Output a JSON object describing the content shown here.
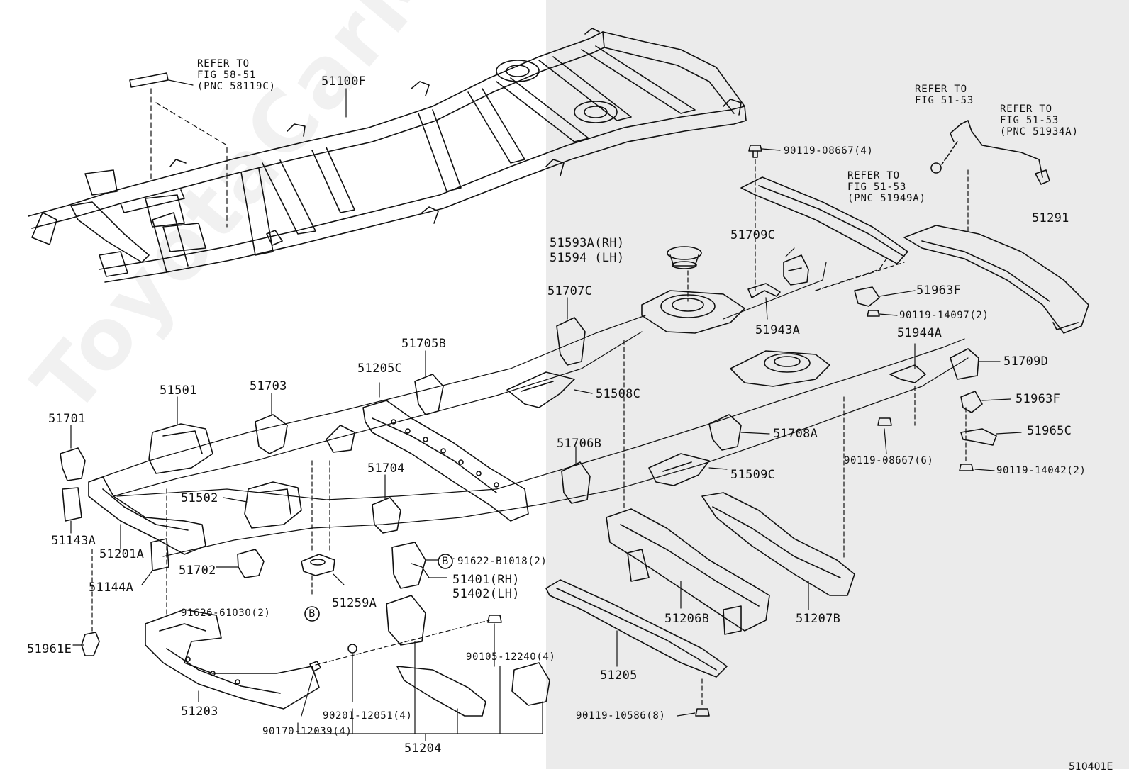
{
  "colors": {
    "ink": "#111111",
    "right_panel": "#ebebeb",
    "background": "#ffffff"
  },
  "watermark": "ToyotaCarMine.ru",
  "diagram_code": "510401E",
  "notes": {
    "refer_1": [
      "REFER TO",
      "FIG 58-51",
      "(PNC 58119C)"
    ],
    "refer_2": [
      "REFER TO",
      "FIG 51-53"
    ],
    "refer_3": [
      "REFER TO",
      "FIG 51-53",
      "(PNC 51934A)"
    ],
    "refer_4": [
      "REFER TO",
      "FIG 51-53",
      "(PNC 51949A)"
    ]
  },
  "labels": {
    "p51100F": "51100F",
    "p51593A": "51593A(RH)",
    "p51594": "51594 (LH)",
    "p51709C": "51709C",
    "p51291": "51291",
    "p51963F_top": "51963F",
    "p51943A": "51943A",
    "p51707C": "51707C",
    "p51944A": "51944A",
    "p51709D": "51709D",
    "p51705B": "51705B",
    "p51205C": "51205C",
    "p51508C": "51508C",
    "p51963F_mid": "51963F",
    "p51965C": "51965C",
    "p51501": "51501",
    "p51703": "51703",
    "p51701": "51701",
    "p51708A": "51708A",
    "p51706B": "51706B",
    "p51509C": "51509C",
    "p51704": "51704",
    "p51502": "51502",
    "p51143A": "51143A",
    "p51201A": "51201A",
    "p51702": "51702",
    "p51144A": "51144A",
    "p51401": "51401(RH)",
    "p51402": "51402(LH)",
    "p51259A": "51259A",
    "p51206B": "51206B",
    "p51207B": "51207B",
    "p51961E": "51961E",
    "p51205": "51205",
    "p51203": "51203",
    "p51204": "51204"
  },
  "fasteners": {
    "f08667_4": "90119-08667(4)",
    "f14097_2": "90119-14097(2)",
    "f08667_6": "90119-08667(6)",
    "f14042_2": "90119-14042(2)",
    "f91622": "91622-B1018(2)",
    "f91626": "91626-61030(2)",
    "f90105": "90105-12240(4)",
    "f10586": "90119-10586(8)",
    "f90201": "90201-12051(4)",
    "f90170": "90170-12039(4)"
  },
  "callouts": {
    "b1": "B",
    "b2": "B"
  }
}
